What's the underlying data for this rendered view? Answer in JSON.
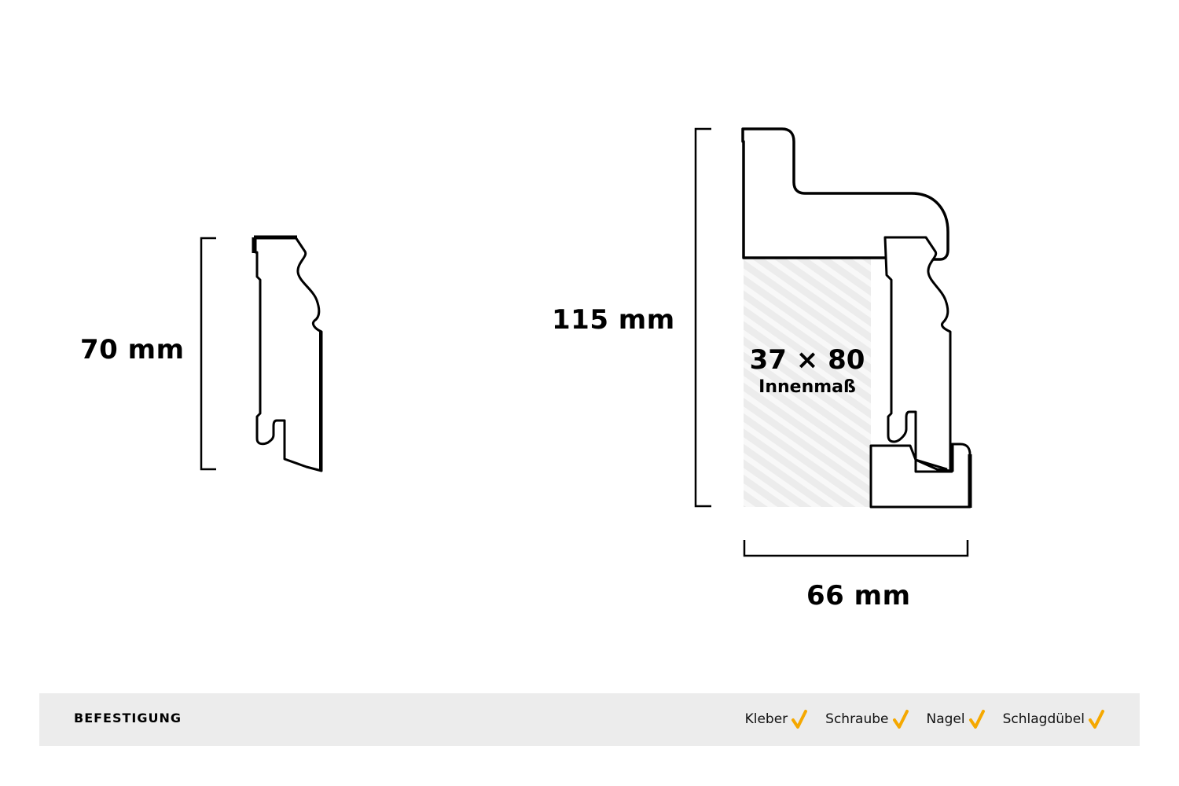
{
  "profiles": {
    "small": {
      "height_label": "70 mm"
    },
    "large": {
      "height_label": "115 mm",
      "width_label": "66 mm",
      "inner_dimensions": "37 × 80",
      "inner_label": "Innenmaß"
    }
  },
  "footer": {
    "title": "BEFESTIGUNG",
    "check_color": "#f5a800",
    "background": "#ececec",
    "methods": [
      {
        "label": "Kleber",
        "icon": "check-icon"
      },
      {
        "label": "Schraube",
        "icon": "check-icon"
      },
      {
        "label": "Nagel",
        "icon": "check-icon"
      },
      {
        "label": "Schlagdübel",
        "icon": "check-icon"
      }
    ]
  }
}
